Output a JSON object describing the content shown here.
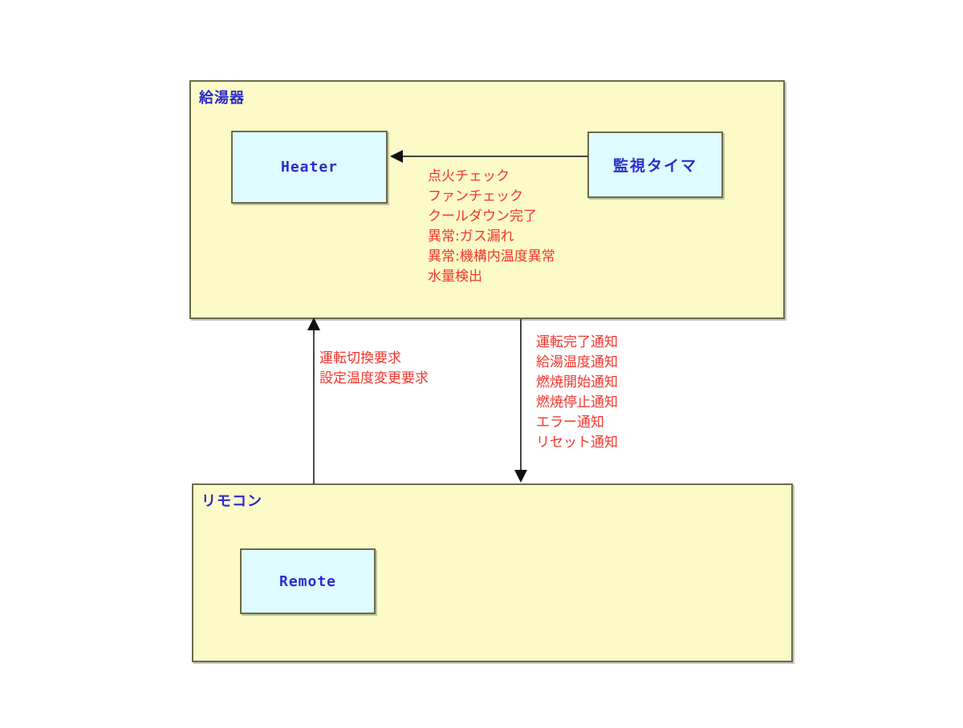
{
  "diagram": {
    "type": "uml-communication-diagram",
    "colors": {
      "package_fill": "#fcfbc8",
      "package_border": "#6b6b4a",
      "class_fill": "#defbff",
      "class_border": "#6b6b4a",
      "label_text": "#2b2bcd",
      "message_text": "#f2352c",
      "connector": "#444444",
      "background": "#ffffff"
    }
  },
  "packages": [
    {
      "id": "heater-package",
      "label": "給湯器",
      "classes": [
        {
          "id": "heater-class",
          "label": "Heater"
        },
        {
          "id": "timer-class",
          "label": "監視タイマ"
        }
      ]
    },
    {
      "id": "remote-package",
      "label": "リモコン",
      "classes": [
        {
          "id": "remote-class",
          "label": "Remote"
        }
      ]
    }
  ],
  "connections": [
    {
      "id": "timer-to-heater",
      "from": "監視タイマ",
      "to": "Heater",
      "direction": "left",
      "messages": [
        "点火チェック",
        "ファンチェック",
        "クールダウン完了",
        "異常:ガス漏れ",
        "異常:機構内温度異常",
        "水量検出"
      ]
    },
    {
      "id": "remote-to-heater",
      "from": "リモコン",
      "to": "給湯器",
      "direction": "up",
      "messages": [
        "運転切換要求",
        "設定温度変更要求"
      ]
    },
    {
      "id": "heater-to-remote",
      "from": "給湯器",
      "to": "リモコン",
      "direction": "down",
      "messages": [
        "運転完了通知",
        "給湯温度通知",
        "燃焼開始通知",
        "燃焼停止通知",
        "エラー通知",
        "リセット通知"
      ]
    }
  ]
}
